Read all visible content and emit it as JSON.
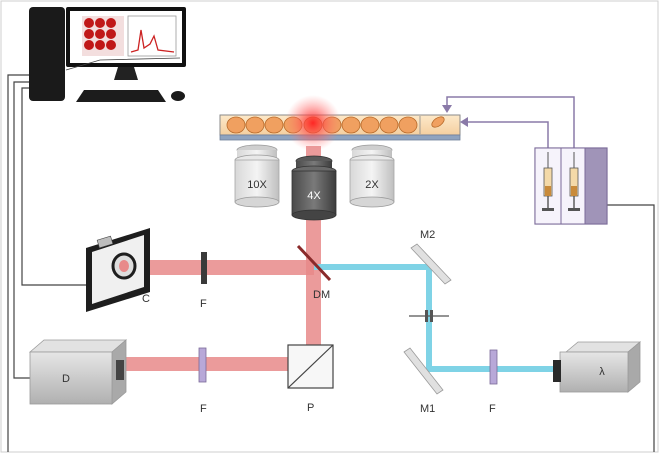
{
  "labels": {
    "camera": "C",
    "filter_top": "F",
    "dichroic": "DM",
    "mirror2": "M2",
    "detector": "D",
    "filter_bottom_left": "F",
    "prism": "P",
    "mirror1": "M1",
    "filter_bottom_right": "F",
    "laser": "λ",
    "objective_10x": "10X",
    "objective_4x": "4X",
    "objective_2x": "2X"
  },
  "colors": {
    "red_beam": "#e88a8a",
    "blue_beam": "#7fd3e6",
    "wire": "#444444",
    "tube": "#8a7aa8",
    "droplet": "#f0a060",
    "filter": "#b8a8d8"
  }
}
